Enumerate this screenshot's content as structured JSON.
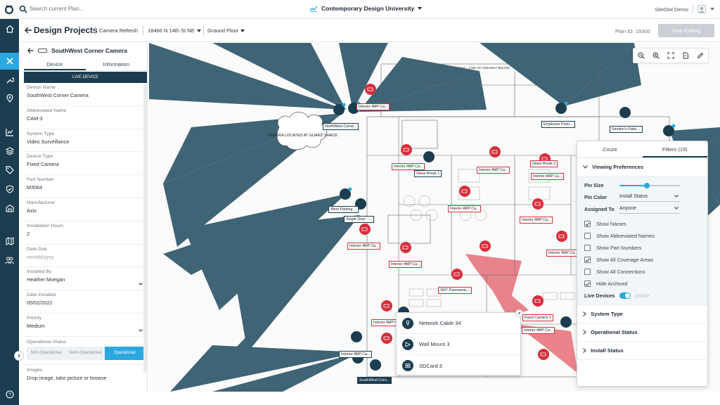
{
  "topbar": {
    "search_placeholder": "Search current Plan...",
    "project_name": "Contemporary Design University",
    "user_name": "SiteOwl Demo"
  },
  "header": {
    "title": "Design Projects",
    "plan": "Camera Refresh",
    "address": "18460 N 14th St NE",
    "floor": "Ground Floor",
    "plan_id": "Plan ID: 19300",
    "stop_editing": "Stop Editing"
  },
  "sidebar": {
    "icons": [
      "home-icon",
      "tools-icon",
      "wrench-icon",
      "location-pin-icon",
      "chart-icon",
      "layers-icon",
      "tag-icon",
      "shield-icon",
      "building-icon",
      "map-icon",
      "users-icon",
      "help-icon"
    ]
  },
  "device_panel": {
    "title": "SouthWest Corner Camera",
    "tabs": [
      "Device",
      "Information"
    ],
    "live_label": "LIVE DEVICE",
    "fields": [
      {
        "label": "Device Name",
        "value": "SouthWest Corner Camera"
      },
      {
        "label": "Abbreviated Name",
        "value": "CAM-3"
      },
      {
        "label": "System Type",
        "value": "Video Surveillance"
      },
      {
        "label": "Device Type",
        "value": "Fixed Camera"
      },
      {
        "label": "Part Number",
        "value": "M3064"
      },
      {
        "label": "Manufacturer",
        "value": "Axis"
      },
      {
        "label": "Installation Hours",
        "value": "2"
      },
      {
        "label": "Date Due",
        "value": "mm/dd/yyyy"
      },
      {
        "label": "Installed By",
        "value": "Heather Moegan"
      },
      {
        "label": "Date Installed",
        "value": "05/02/2022"
      },
      {
        "label": "Priority",
        "value": "Medium"
      }
    ],
    "operational_status_label": "Operational Status",
    "operational_options": [
      "Non-Operational",
      "Semi-Operational",
      "Operational"
    ],
    "images_label": "Images",
    "images_hint": "Drop image, take picture or browse"
  },
  "map": {
    "annotations": [
      "LINE OF AREAWAY BELOW",
      "CAMERA LOCATED AT GUARD SHACK"
    ],
    "pin_labels": [
      "Interior 4MP Ca...",
      "NorthWest Corne...",
      "Employee Parki...",
      "Smoker's Patio ...",
      "Glass Break 1",
      "Interior 4MP Ca...",
      "Interior 4MP Ca...",
      "Glass Break 2",
      "Interior 4MP Ca...",
      "West Parking ...",
      "Interior 4MP Ca...",
      "Single Door - ...",
      "Interior 4MP Ca...",
      "Interior 4MP Ca...",
      "Interior 4MP Ca...",
      "Interior 4MP Ca...",
      "360° Panoramic...",
      "Interior 4MP Ca...",
      "Fixed Camera 1",
      "Interior 4MP Ca...",
      "Interior 4MP Ca...",
      "SouthWest Corn..."
    ],
    "popup_items": [
      "Network Cable 34",
      "Wall Mount 3",
      "SDCard 3"
    ]
  },
  "filter_panel": {
    "tabs": [
      "Count",
      "Filters (19)"
    ],
    "viewing_preferences": "Viewing Preferences",
    "pin_size_label": "Pin Size",
    "pin_size_value": 0.45,
    "pin_color_label": "Pin Color",
    "pin_color_value": "Install Status",
    "assigned_to_label": "Assigned To",
    "assigned_to_value": "Anyone",
    "checkboxes": [
      {
        "label": "Show Names",
        "checked": true
      },
      {
        "label": "Show Abbreviated Names",
        "checked": false
      },
      {
        "label": "Show Part Numbers",
        "checked": false
      },
      {
        "label": "Show All Coverage Areas",
        "checked": true
      },
      {
        "label": "Show All Connections",
        "checked": false
      },
      {
        "label": "Hide Archived",
        "checked": true
      }
    ],
    "live_devices": "Live Devices",
    "visible": "Visible",
    "sections": [
      "System Type",
      "Operational Status",
      "Install Status"
    ]
  },
  "colors": {
    "navy": "#1b3d4f",
    "accent": "#2ba8e0",
    "coverage": "#1f4a5e",
    "red": "#d62f3b"
  }
}
